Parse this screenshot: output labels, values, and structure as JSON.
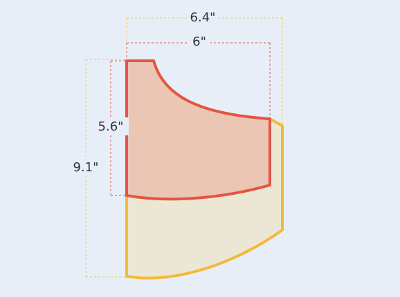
{
  "shapes": [
    {
      "id": "large",
      "fill": "#ece6d4",
      "stroke": "#f2b93b"
    },
    {
      "id": "small",
      "fill": "#ebc6b5",
      "stroke": "#e45542"
    }
  ],
  "dimensions": {
    "large_width": {
      "label": "6.4\"",
      "color": "#f2c64f"
    },
    "small_width": {
      "label": "6\"",
      "color": "#e45542"
    },
    "small_height": {
      "label": "5.6\"",
      "color": "#e45542"
    },
    "large_height": {
      "label": "9.1\"",
      "color": "#f2c64f"
    }
  }
}
